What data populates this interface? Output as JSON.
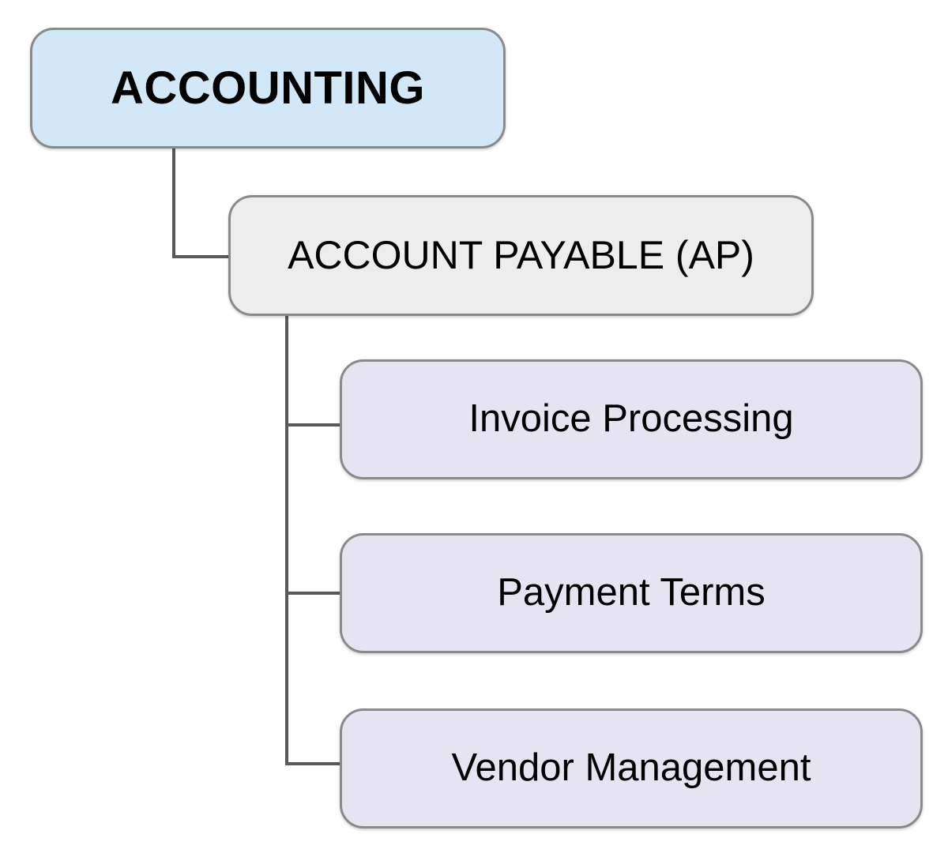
{
  "diagram": {
    "root_node": {
      "label": "ACCOUNTING",
      "fill": "#d2e8f6",
      "border": "#8a8a8a"
    },
    "level2_node": {
      "label": "ACCOUNT PAYABLE (AP)",
      "fill": "#ededed",
      "border": "#8a8a8a"
    },
    "children": [
      {
        "label": "Invoice Processing",
        "fill": "#e7e4f1",
        "border": "#8a8a8a"
      },
      {
        "label": "Payment Terms",
        "fill": "#e7e4f1",
        "border": "#8a8a8a"
      },
      {
        "label": "Vendor Management",
        "fill": "#e7e4f1",
        "border": "#8a8a8a"
      }
    ],
    "connector_color": "#595959",
    "text_color": "#000000",
    "background_color": "#ffffff"
  }
}
